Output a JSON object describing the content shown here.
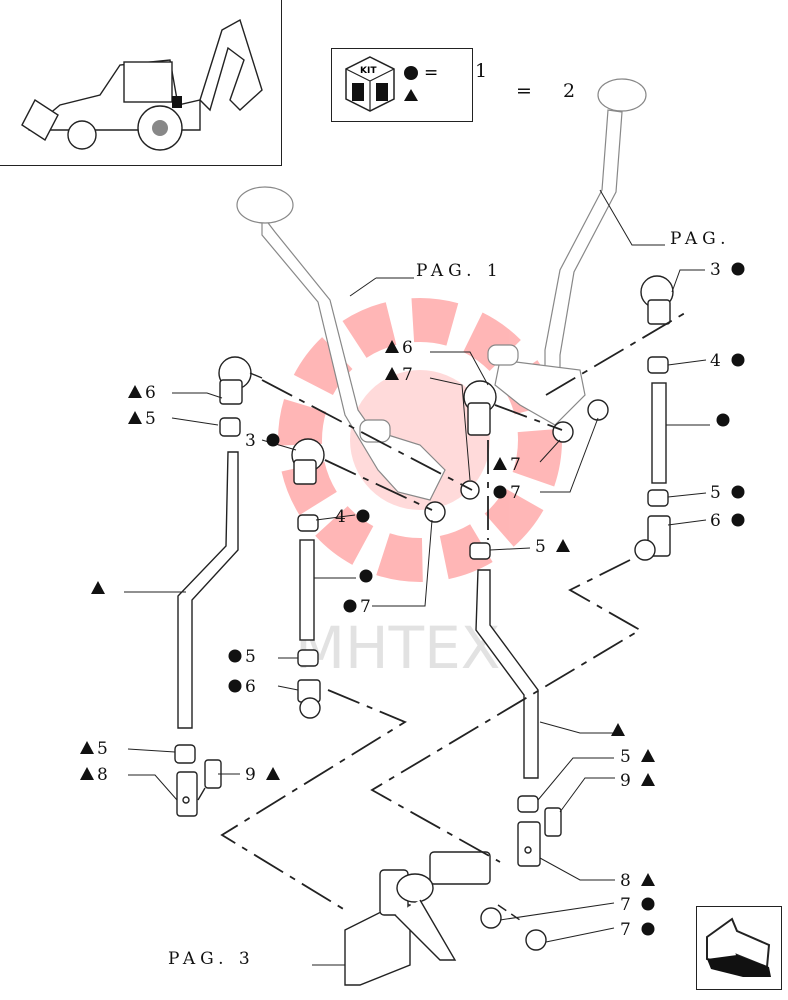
{
  "kit": {
    "badge": "KIT",
    "line1_num": "1",
    "equals": "=",
    "line2_num": "2"
  },
  "watermark": "MHTEX",
  "page_refs": {
    "left": "PAG. 1",
    "right": "PAG.",
    "bottom": "PAG. 3"
  },
  "callouts": [
    {
      "id": "c1",
      "label": "3",
      "marker": "circle"
    },
    {
      "id": "c2",
      "label": "6",
      "marker": "triangle"
    },
    {
      "id": "c3",
      "label": "7",
      "marker": "triangle"
    },
    {
      "id": "c4",
      "label": "4",
      "marker": "circle"
    },
    {
      "id": "c5",
      "label": "6",
      "marker": "triangle"
    },
    {
      "id": "c6",
      "label": "5",
      "marker": "triangle"
    },
    {
      "id": "c7",
      "label": "3",
      "marker": "circle"
    },
    {
      "id": "c8",
      "label": "",
      "marker": "circle"
    },
    {
      "id": "c9",
      "label": "7",
      "marker": "triangle"
    },
    {
      "id": "c10",
      "label": "7",
      "marker": "circle"
    },
    {
      "id": "c11",
      "label": "4",
      "marker": "circle"
    },
    {
      "id": "c12",
      "label": "5",
      "marker": "circle"
    },
    {
      "id": "c13",
      "label": "6",
      "marker": "circle"
    },
    {
      "id": "c14",
      "label": "5",
      "marker": "triangle"
    },
    {
      "id": "c15",
      "label": "",
      "marker": "triangle"
    },
    {
      "id": "c16",
      "label": "",
      "marker": "circle"
    },
    {
      "id": "c17",
      "label": "7",
      "marker": "circle"
    },
    {
      "id": "c18",
      "label": "5",
      "marker": "circle"
    },
    {
      "id": "c19",
      "label": "6",
      "marker": "circle"
    },
    {
      "id": "c20",
      "label": "",
      "marker": "triangle"
    },
    {
      "id": "c21",
      "label": "5",
      "marker": "triangle"
    },
    {
      "id": "c22",
      "label": "9",
      "marker": "triangle"
    },
    {
      "id": "c23",
      "label": "5",
      "marker": "triangle"
    },
    {
      "id": "c24",
      "label": "8",
      "marker": "triangle"
    },
    {
      "id": "c25",
      "label": "9",
      "marker": "triangle"
    },
    {
      "id": "c26",
      "label": "8",
      "marker": "triangle"
    },
    {
      "id": "c27",
      "label": "7",
      "marker": "circle"
    },
    {
      "id": "c28",
      "label": "7",
      "marker": "circle"
    }
  ]
}
